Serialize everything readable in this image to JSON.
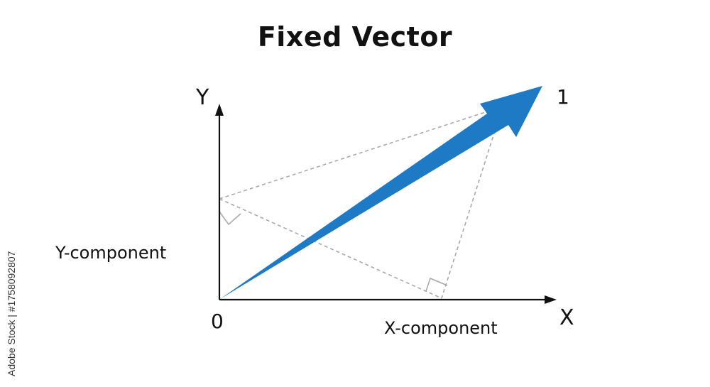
{
  "title": "Fixed Vector",
  "labels": {
    "y_axis": "Y",
    "x_axis": "X",
    "origin": "0",
    "endpoint": "1",
    "y_component": "Y-component",
    "x_component": "X-component"
  },
  "colors": {
    "vector": "#1f7ac6",
    "axis": "#111111",
    "projection": "#a9a9a9"
  },
  "watermark": "Adobe Stock | #1758092807"
}
